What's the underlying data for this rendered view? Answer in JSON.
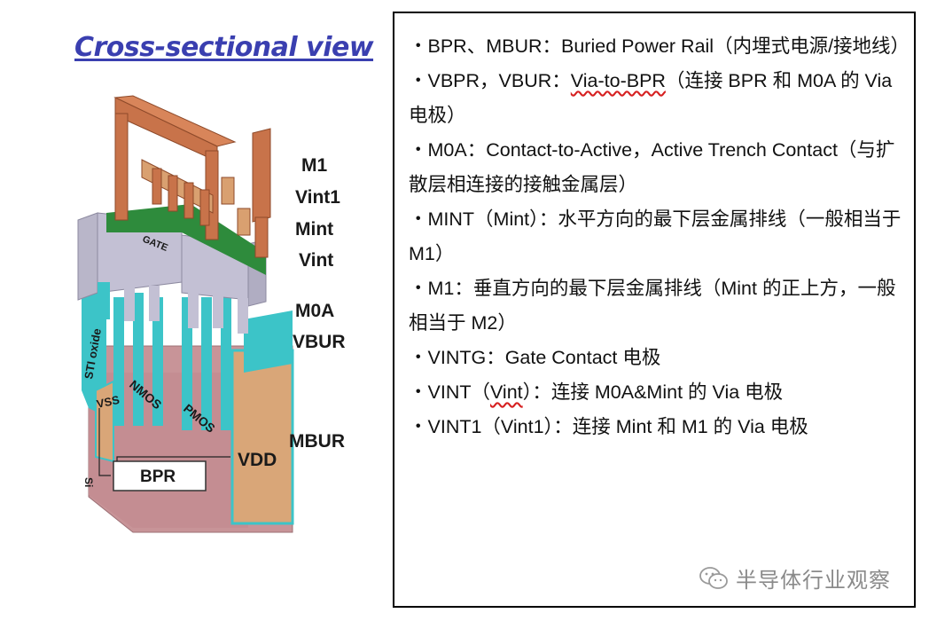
{
  "left": {
    "title": "Cross-sectional view",
    "layer_labels": [
      "M1",
      "Vint1",
      "Mint",
      "Vint",
      "M0A",
      "VBUR",
      "MBUR"
    ],
    "gate_label": "GATE",
    "sti_label": "STI oxide",
    "vss_label": "VSS",
    "nmos_label": "NMOS",
    "pmos_label": "PMOS",
    "vdd_label": "VDD",
    "si_label": "Si",
    "bpr_label": "BPR"
  },
  "definitions": [
    {
      "parts": [
        {
          "text": "・BPR、MBUR：Buried Power Rail（内埋式电源/接地线）"
        }
      ]
    },
    {
      "parts": [
        {
          "text": "・VBPR，VBUR："
        },
        {
          "text": "Via-to-BPR",
          "squiggle": true
        },
        {
          "text": "（连接 BPR 和 M0A 的 Via 电极）"
        }
      ]
    },
    {
      "parts": [
        {
          "text": "・M0A：Contact-to-Active，Active Trench Contact（与扩散层相连接的接触金属层）"
        }
      ]
    },
    {
      "parts": [
        {
          "text": "・MINT（Mint）：水平方向的最下层金属排线（一般相当于 M1）"
        }
      ]
    },
    {
      "parts": [
        {
          "text": "・M1：垂直方向的最下层金属排线（Mint 的正上方，一般相当于 M2）"
        }
      ]
    },
    {
      "parts": [
        {
          "text": "・VINTG：Gate Contact 电极"
        }
      ]
    },
    {
      "parts": [
        {
          "text": "・VINT（"
        },
        {
          "text": "Vint",
          "squiggle": true
        },
        {
          "text": "）：连接 M0A&Mint 的 Via 电极"
        }
      ]
    },
    {
      "parts": [
        {
          "text": "・VINT1（Vint1）：连接 Mint 和 M1 的 Via 电极"
        }
      ]
    }
  ],
  "watermark": {
    "text": "半导体行业观察",
    "icon": "wechat-icon"
  },
  "colors": {
    "title": "#3a3fb0",
    "metal": "#c8734a",
    "via": "#d9a070",
    "gray_metal": "#b9b6c9",
    "gate_green": "#2e8b3c",
    "sti_cyan": "#3cc4c8",
    "substrate": "#c89498",
    "bpr_block": "#d9a678"
  }
}
